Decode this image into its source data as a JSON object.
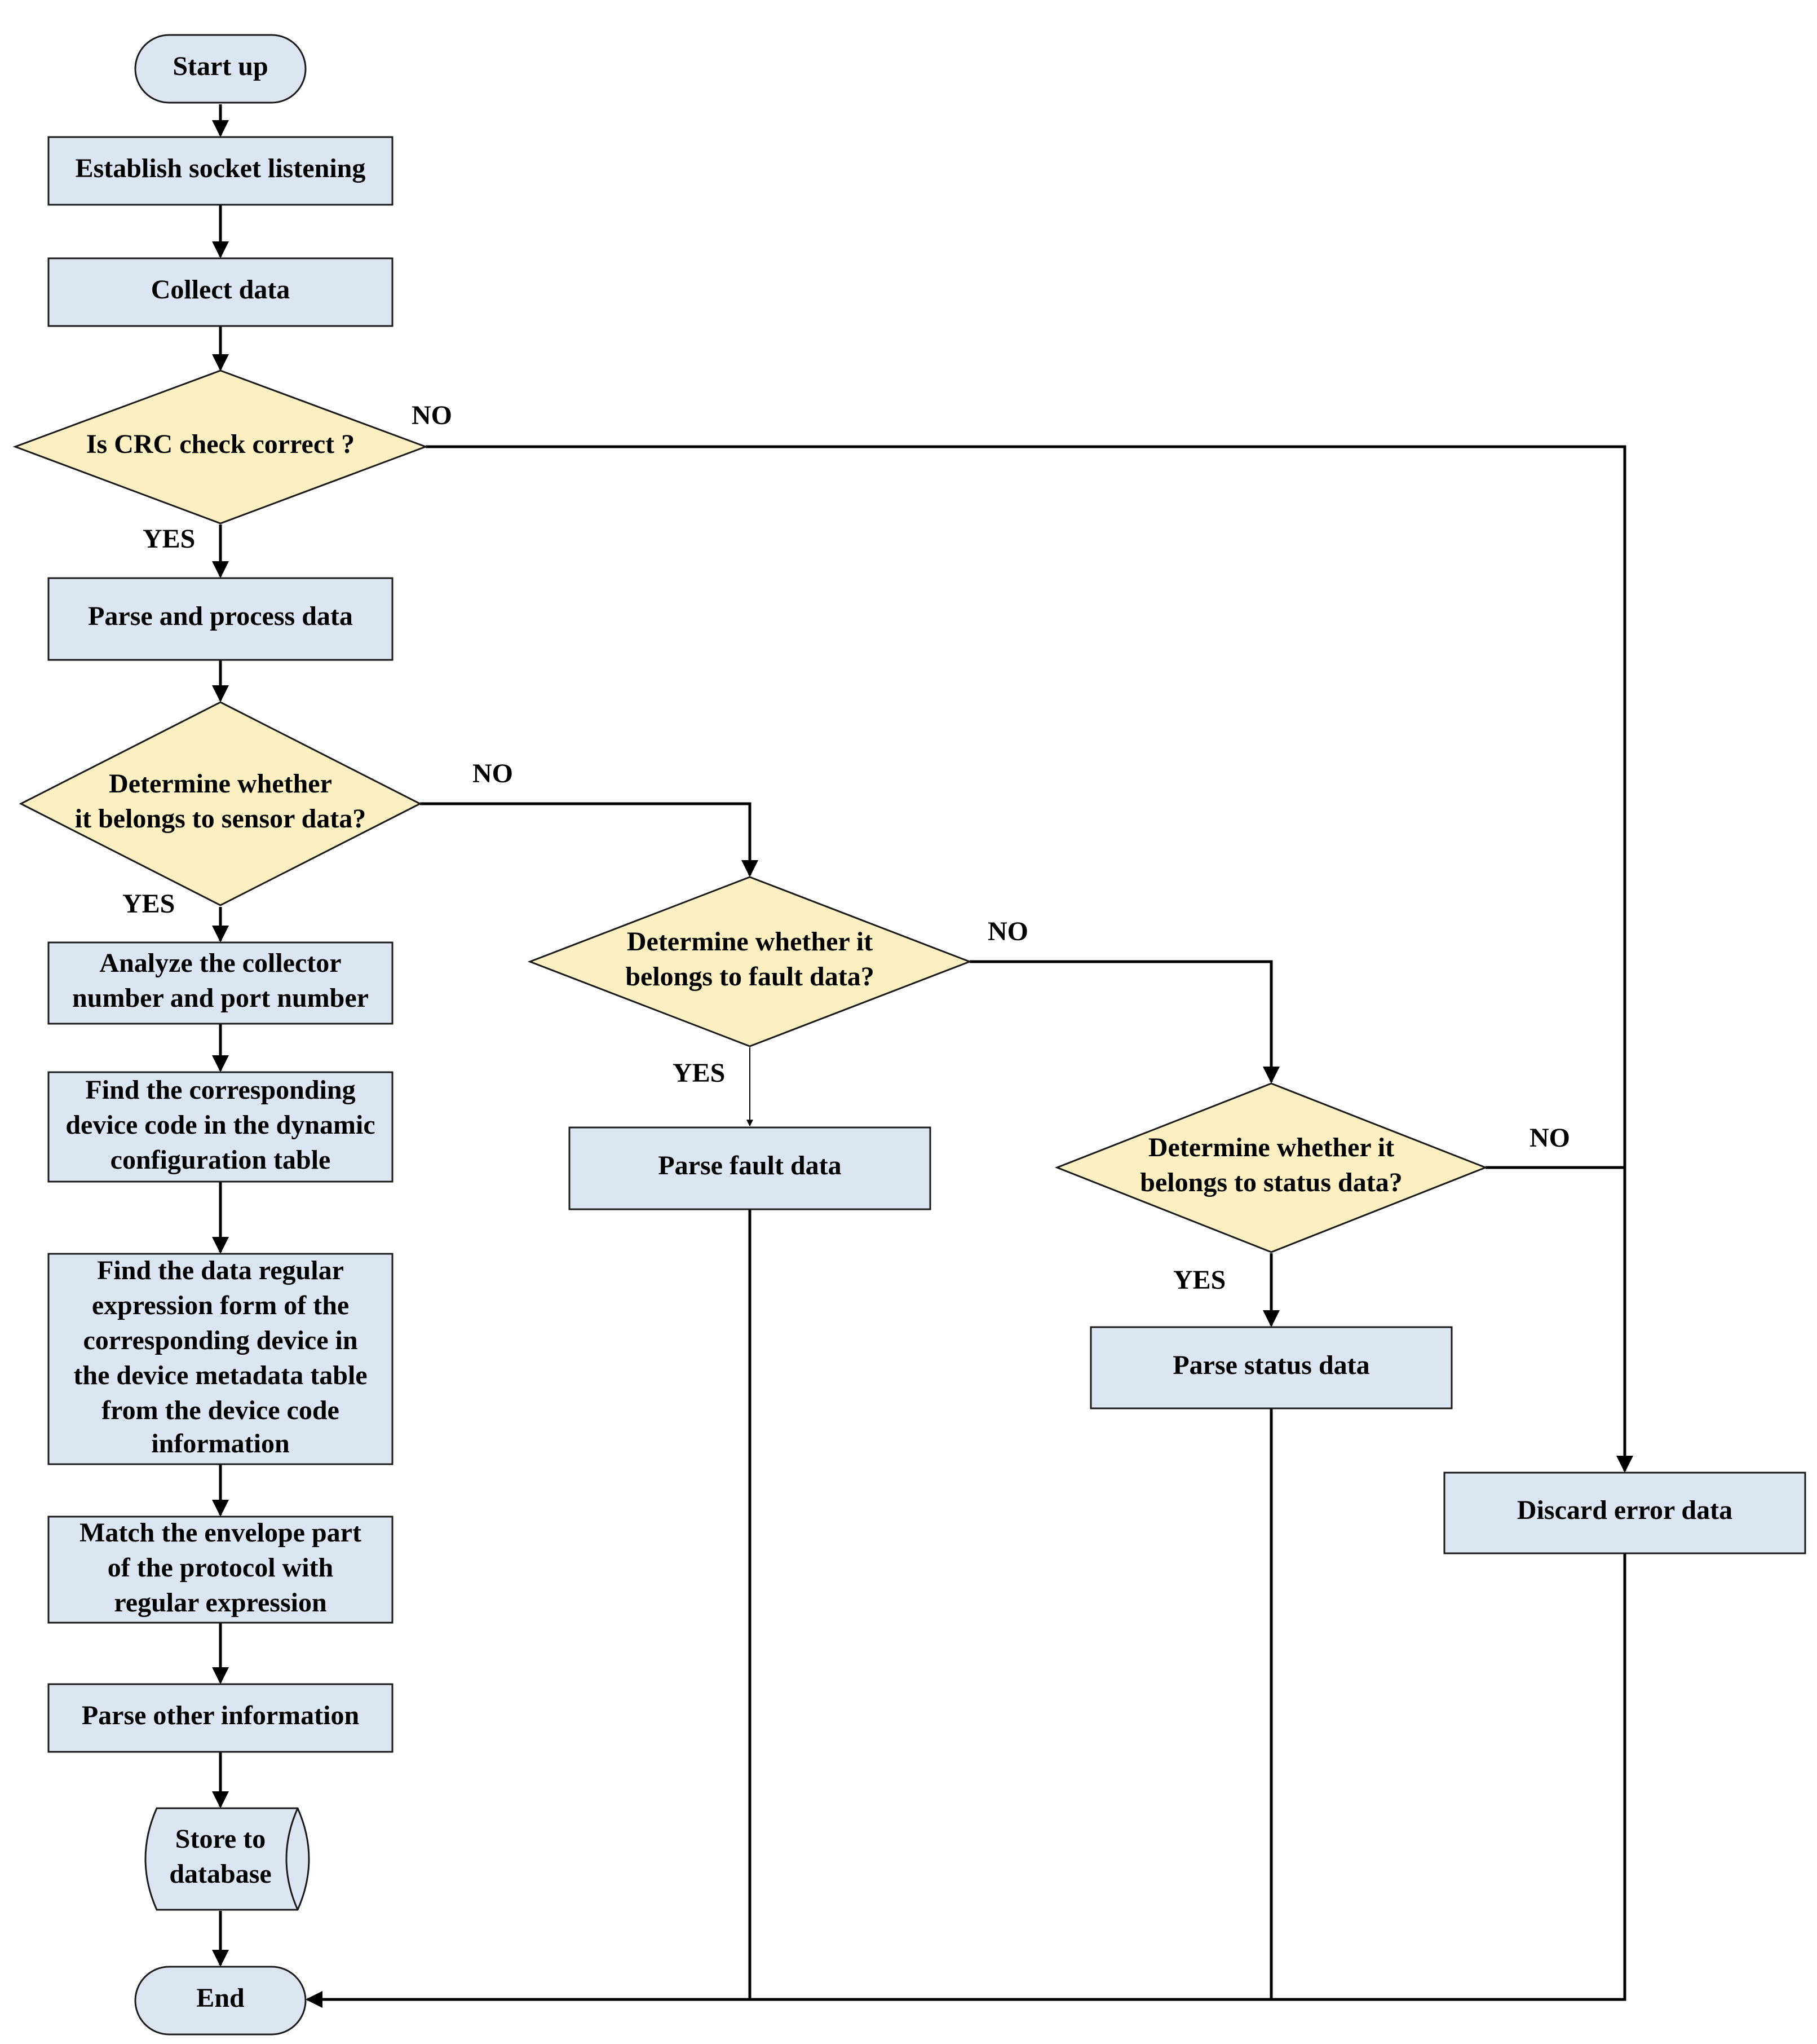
{
  "nodes": {
    "start": "Start up",
    "socket": "Establish socket listening",
    "collect": "Collect data",
    "crc": "Is CRC check  correct ?",
    "parse": "Parse and process data",
    "sensor": [
      "Determine whether",
      "it belongs to sensor data?"
    ],
    "analyze": [
      "Analyze the collector",
      "number and port number"
    ],
    "find_code": [
      "Find the corresponding",
      "device code in the dynamic",
      "configuration table"
    ],
    "find_regex": [
      "Find the data regular",
      "expression form of the",
      "corresponding device in",
      "the device metadata table",
      "from the device code",
      "information"
    ],
    "match": [
      "Match the envelope part",
      "of the protocol with",
      "regular expression"
    ],
    "parse_other": "Parse other information",
    "store": [
      "Store to",
      "database"
    ],
    "end": "End",
    "fault_q": [
      "Determine whether it",
      "belongs to fault data?"
    ],
    "fault": "Parse fault data",
    "status_q": [
      "Determine whether it",
      "belongs to status data?"
    ],
    "status": "Parse status data",
    "discard": "Discard error data"
  },
  "labels": {
    "crc_no": "NO",
    "crc_yes": "YES",
    "sensor_no": "NO",
    "sensor_yes": "YES",
    "fault_no": "NO",
    "fault_yes": "YES",
    "status_no": "NO",
    "status_yes": "YES"
  }
}
